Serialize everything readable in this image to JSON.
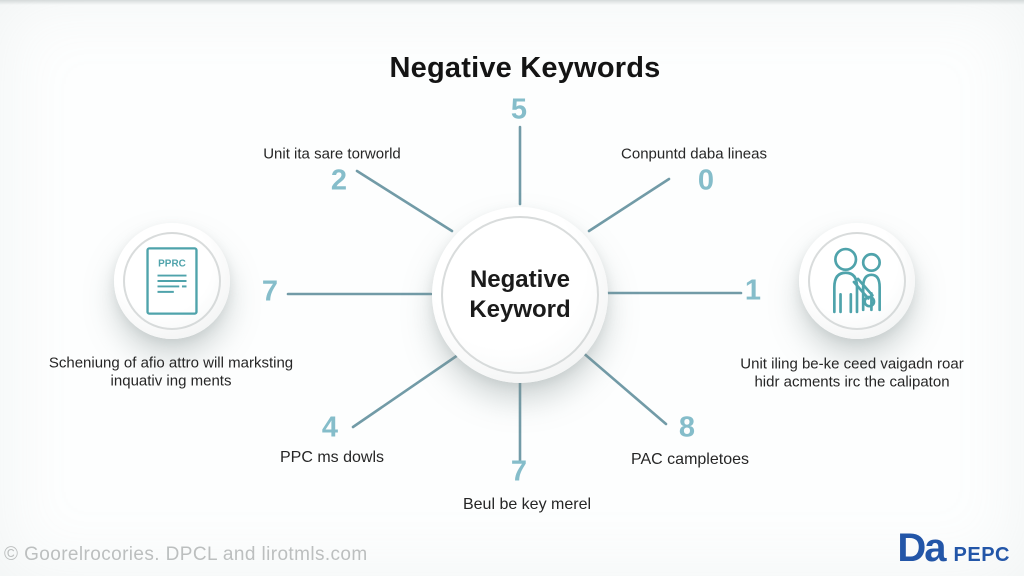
{
  "title": "Negative Keywords",
  "center": {
    "label": "Negative\nKeyword"
  },
  "nodes": {
    "top": {
      "number": "5"
    },
    "top_left": {
      "number": "2",
      "label": "Unit ita sare torworld"
    },
    "top_right": {
      "number": "0",
      "label": "Conpuntd daba lineas"
    },
    "left": {
      "number": "7",
      "label": "Scheniung of afio attro will marksting\ninquativ ing ments"
    },
    "right": {
      "number": "1",
      "label": "Unit iling be-ke ceed vaigadn roar\nhidr acments irc the calipaton"
    },
    "bottom_left": {
      "number": "4",
      "label": "PPC ms dowls"
    },
    "bottom": {
      "number": "7",
      "label": "Beul be key merel"
    },
    "bottom_right": {
      "number": "8",
      "label": "PAC campletoes"
    }
  },
  "icons": {
    "left": {
      "name": "document-icon",
      "text": "PPRC"
    },
    "right": {
      "name": "people-icon"
    }
  },
  "footer": {
    "credit": "© Goorelrocories. DPCL and lirotmls.com",
    "logo_main": "Da",
    "logo_sub": "PEPC"
  },
  "colors": {
    "number_teal": "#85bdca",
    "line_teal": "#63919e",
    "icon_teal": "#4fa3ab",
    "logo_blue": "#2356a8",
    "credit_gray": "#bcbfbf"
  }
}
